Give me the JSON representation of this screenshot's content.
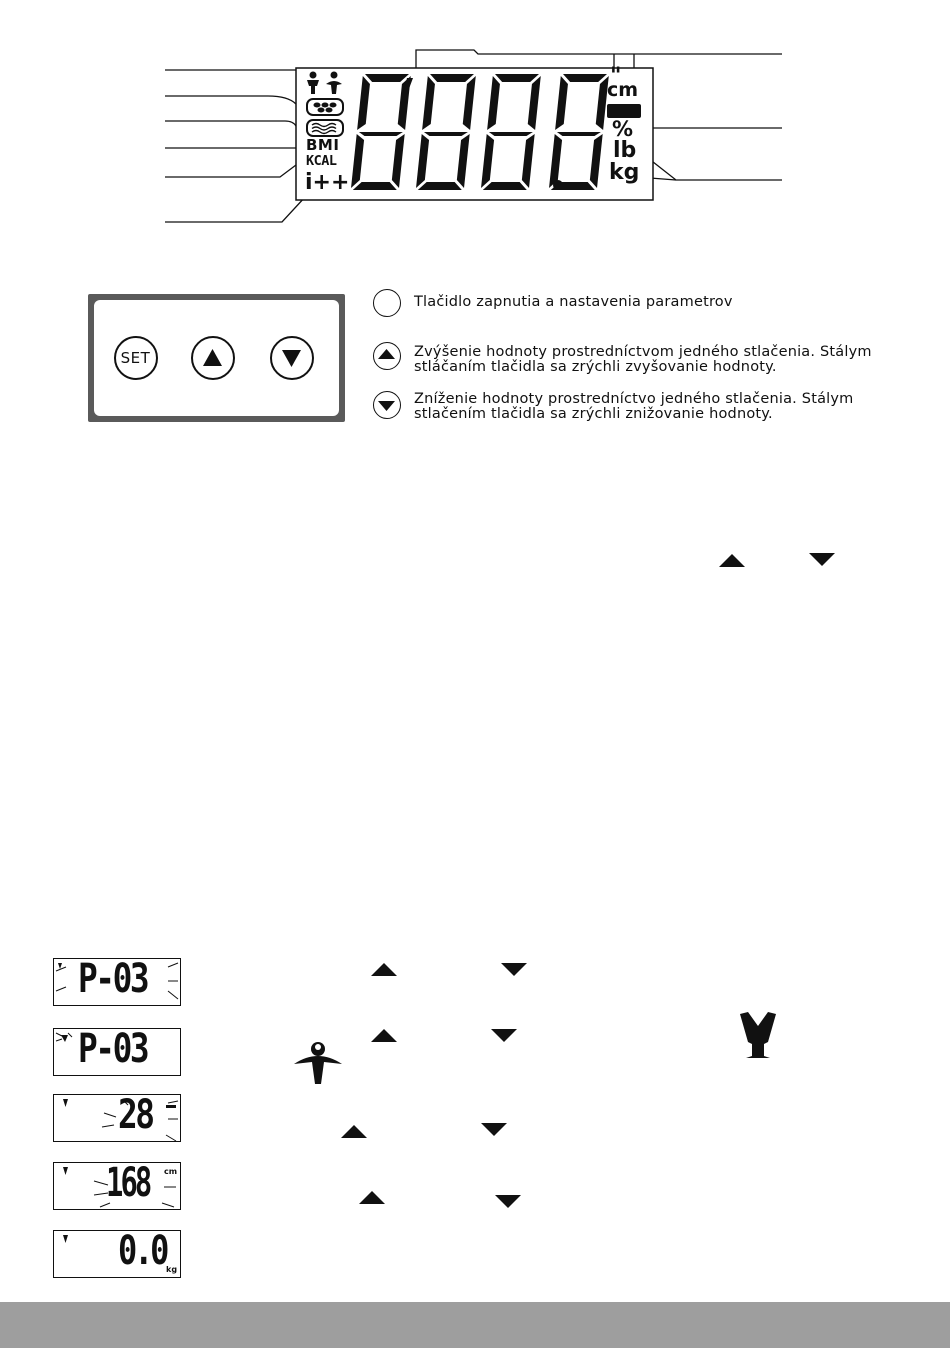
{
  "main_display": {
    "digits": "8888",
    "labels": {
      "bmi": "BMI",
      "kcal": "KCAL",
      "user_level": "i++",
      "inch": "\"",
      "cm": "cm",
      "percent": "%",
      "lb": "lb",
      "kg": "kg"
    }
  },
  "buttons": {
    "set_label": "SET"
  },
  "legend": [
    {
      "icon": "empty-circle-icon",
      "text": "Tlačidlo zapnutia a nastavenia parametrov"
    },
    {
      "icon": "arrow-up-circle-icon",
      "text": "Zvýšenie hodnoty prostredníctvom jedného stlačenia. Stálym stláčaním tlačidla sa zrýchli zvyšovanie hodnoty."
    },
    {
      "icon": "arrow-down-circle-icon",
      "text": "Zníženie hodnoty prostredníctvo jedného stlačenia. Stálym stlačením tlačidla sa zrýchli znižovanie hodnoty."
    }
  ],
  "steps": [
    {
      "display": "P-03",
      "unit": ""
    },
    {
      "display": "P-03",
      "unit": ""
    },
    {
      "display": "28",
      "unit": ""
    },
    {
      "display": "168",
      "unit": "cm"
    },
    {
      "display": "0.0",
      "unit": "kg"
    }
  ]
}
